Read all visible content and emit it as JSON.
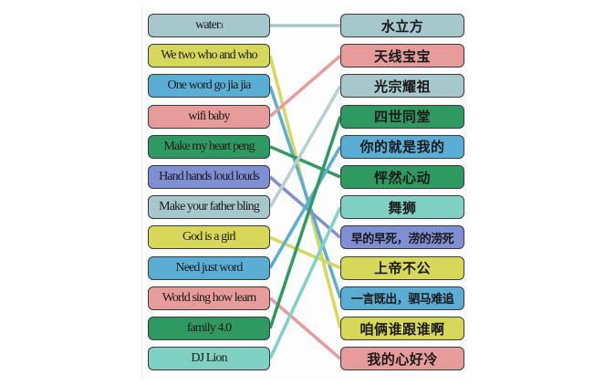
{
  "colors": {
    "greyblue": "#a6c8cc",
    "yellow": "#d7d85a",
    "blue": "#5aaed6",
    "pink": "#e89b9b",
    "green": "#2e9a62",
    "purple": "#7f8fd4",
    "teal": "#7fd1c4",
    "border": "#3a3a3a"
  },
  "left_items": [
    {
      "label": "water",
      "sup": "3",
      "color": "#a6c8cc"
    },
    {
      "label": "We two who and who",
      "color": "#d7d85a"
    },
    {
      "label": "One word go jia jia",
      "color": "#5aaed6"
    },
    {
      "label": "wifi baby",
      "color": "#e89b9b"
    },
    {
      "label": "Make my heart peng",
      "color": "#2e9a62"
    },
    {
      "label": "Hand hands loud louds",
      "color": "#7f8fd4"
    },
    {
      "label": "Make your father bling",
      "color": "#a6c8cc"
    },
    {
      "label": "God is a girl",
      "color": "#d7d85a"
    },
    {
      "label": "Need just word",
      "color": "#5aaed6"
    },
    {
      "label": "World sing how learn",
      "color": "#e89b9b"
    },
    {
      "label": "family 4.0",
      "color": "#2e9a62"
    },
    {
      "label": "DJ Lion",
      "color": "#7fd1c4"
    }
  ],
  "right_items": [
    {
      "label": "水立方",
      "color": "#a6c8cc"
    },
    {
      "label": "天线宝宝",
      "color": "#e89b9b"
    },
    {
      "label": "光宗耀祖",
      "color": "#a6c8cc"
    },
    {
      "label": "四世同堂",
      "color": "#2e9a62"
    },
    {
      "label": "你的就是我的",
      "color": "#5aaed6"
    },
    {
      "label": "怦然心动",
      "color": "#2e9a62"
    },
    {
      "label": "舞狮",
      "color": "#7fd1c4"
    },
    {
      "label": "早的早死，涝的涝死",
      "color": "#7f8fd4"
    },
    {
      "label": "上帝不公",
      "color": "#d7d85a"
    },
    {
      "label": "一言既出，驷马难追",
      "color": "#5aaed6"
    },
    {
      "label": "咱俩谁跟谁啊",
      "color": "#d7d85a"
    },
    {
      "label": "我的心好冷",
      "color": "#e89b9b"
    }
  ],
  "connections": [
    {
      "from": 0,
      "to": 0,
      "color": "#a6c8cc"
    },
    {
      "from": 1,
      "to": 10,
      "color": "#d7d85a"
    },
    {
      "from": 2,
      "to": 9,
      "color": "#5aaed6"
    },
    {
      "from": 3,
      "to": 1,
      "color": "#e89b9b"
    },
    {
      "from": 4,
      "to": 5,
      "color": "#2e9a62"
    },
    {
      "from": 5,
      "to": 7,
      "color": "#7f8fd4"
    },
    {
      "from": 6,
      "to": 2,
      "color": "#b8cfd2"
    },
    {
      "from": 7,
      "to": 8,
      "color": "#d7d85a"
    },
    {
      "from": 8,
      "to": 4,
      "color": "#5aaed6"
    },
    {
      "from": 9,
      "to": 11,
      "color": "#e89b9b"
    },
    {
      "from": 10,
      "to": 3,
      "color": "#2e9a62"
    },
    {
      "from": 11,
      "to": 6,
      "color": "#7fd1c4"
    }
  ]
}
